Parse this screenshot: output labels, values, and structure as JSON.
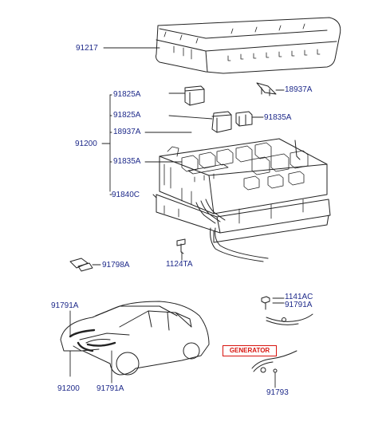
{
  "callouts": {
    "p91217": "91217",
    "p91825a_1": "91825A",
    "p18937a_top": "18937A",
    "p91825a_2": "91825A",
    "p91835a_right": "91835A",
    "p91200": "91200",
    "p18937a": "18937A",
    "p91835a": "91835A",
    "p91840c": "91840C",
    "p1124ta": "1124TA",
    "p91798a": "91798A",
    "p1141ac": "1141AC",
    "p91791a_right": "91791A",
    "p91791a_car_top": "91791A",
    "p91200_car": "91200",
    "p91791a_car_bottom": "91791A",
    "p91793": "91793"
  },
  "generator_tag": "GENERATOR",
  "colors": {
    "label": "#1e2a8a",
    "line": "#222222",
    "generator": "#d8140e"
  }
}
